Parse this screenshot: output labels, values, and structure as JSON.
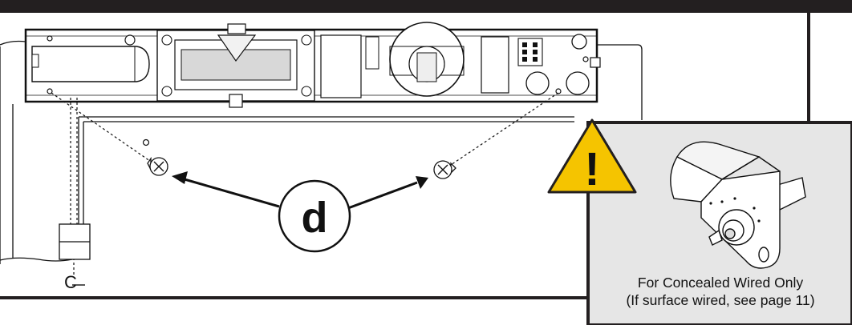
{
  "callout": {
    "label": "d"
  },
  "centerline": {
    "symbol": "C"
  },
  "inset": {
    "caption_line1": "For Concealed Wired Only",
    "caption_line2": "(If surface wired, see page 11)",
    "warning_symbol": "!",
    "warning_color": "#f5c400",
    "panel_color": "#e6e6e6"
  },
  "colors": {
    "header_bar": "#231f20",
    "line": "#111111"
  }
}
